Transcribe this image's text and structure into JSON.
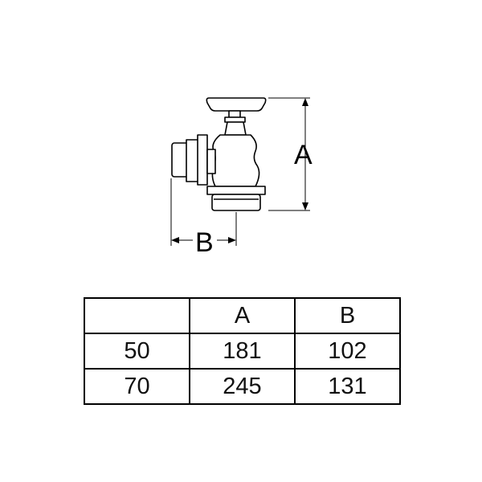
{
  "dimensions": {
    "a_label": "A",
    "b_label": "B"
  },
  "table": {
    "header": [
      "",
      "A",
      "B"
    ],
    "rows": [
      [
        "50",
        "181",
        "102"
      ],
      [
        "70",
        "245",
        "131"
      ]
    ]
  },
  "colors": {
    "line": "#000000",
    "background": "#ffffff"
  }
}
